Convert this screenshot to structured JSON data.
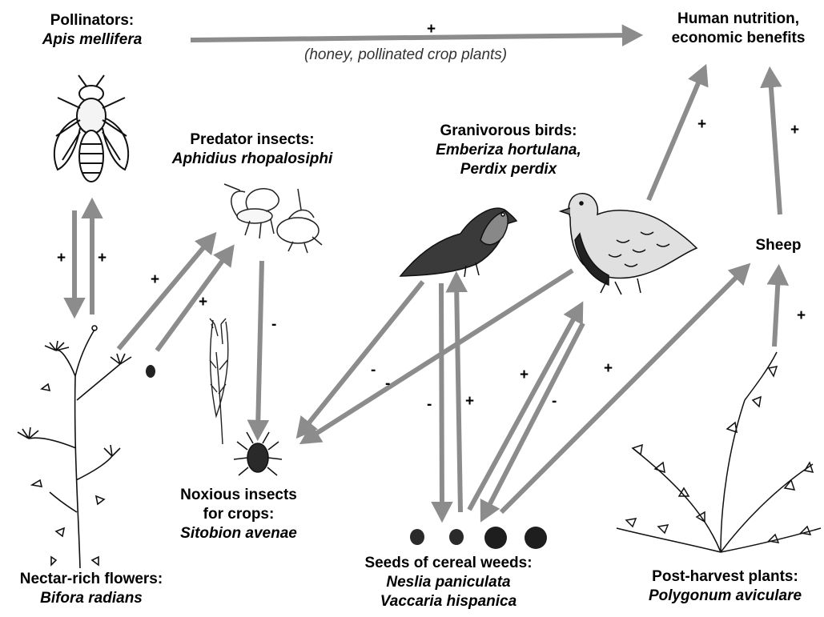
{
  "nodes": {
    "pollinators": {
      "title": "Pollinators:",
      "species": "Apis mellifera",
      "icon": "honeybee-illustration"
    },
    "human": {
      "title_line1": "Human nutrition,",
      "title_line2": "economic benefits"
    },
    "predators": {
      "title": "Predator insects:",
      "species": "Aphidius rhopalosiphi",
      "icon": "parasitoid-wasp-illustration"
    },
    "birds": {
      "title": "Granivorous birds:",
      "species_line1": "Emberiza hortulana,",
      "species_line2": "Perdix perdix",
      "icons": [
        "bunting-illustration",
        "partridge-illustration"
      ]
    },
    "sheep": {
      "title": "Sheep"
    },
    "noxious": {
      "title_line1": "Noxious insects",
      "title_line2": "for crops:",
      "species": "Sitobion avenae",
      "icons": [
        "wheat-ear-illustration",
        "aphid-illustration"
      ]
    },
    "seeds": {
      "title": "Seeds of cereal weeds:",
      "species_line1": "Neslia paniculata",
      "species_line2": "Vaccaria hispanica",
      "icon": "seeds-illustration"
    },
    "flowers": {
      "title": "Nectar-rich flowers:",
      "species": "Bifora radians",
      "icon": "umbellifer-plant-illustration"
    },
    "posthar": {
      "title": "Post-harvest plants:",
      "species": "Polygonum aviculare",
      "icon": "knotgrass-plant-illustration"
    }
  },
  "honey_note": "(honey, pollinated crop plants)",
  "signs": {
    "poll_human": "+",
    "bee_down": "+",
    "bee_up": "+",
    "flower_pred_a": "+",
    "flower_pred_b": "+",
    "pred_nox": "-",
    "bird_nox_a": "-",
    "bird_nox_b": "-",
    "seed_bird_down": "-",
    "seed_bird_up": "+",
    "seed_partridge_up": "+",
    "partridge_seed_down": "-",
    "seed_sheep": "+",
    "birds_human": "+",
    "sheep_human": "+",
    "posthar_sheep": "+"
  },
  "colors": {
    "arrow": "#8c8c8c",
    "text": "#000000",
    "note": "#333333"
  }
}
